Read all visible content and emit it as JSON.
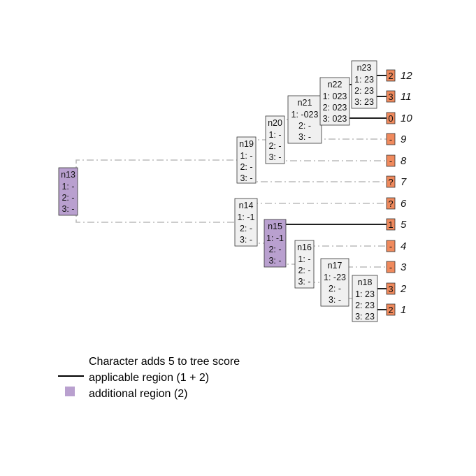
{
  "colors": {
    "applicable_edge": "#000000",
    "inactive_edge": "#bbbbbb",
    "node_fill": "#f0f0f0",
    "region_fill": "#b9a0cf",
    "tip_fill": "#f08a5d"
  },
  "nodes": [
    {
      "id": "n13",
      "name": "n13",
      "lines": [
        "1: -",
        "2: -",
        "3: -"
      ],
      "region": true
    },
    {
      "id": "n14",
      "name": "n14",
      "lines": [
        "1: -1",
        "2: -",
        "3: -"
      ],
      "region": false
    },
    {
      "id": "n15",
      "name": "n15",
      "lines": [
        "1: -1",
        "2: -",
        "3: -"
      ],
      "region": true
    },
    {
      "id": "n16",
      "name": "n16",
      "lines": [
        "1: -",
        "2: -",
        "3: -"
      ],
      "region": false
    },
    {
      "id": "n17",
      "name": "n17",
      "lines": [
        "1: -23",
        "2: -",
        "3: -"
      ],
      "region": false
    },
    {
      "id": "n18",
      "name": "n18",
      "lines": [
        "1: 23",
        "2: 23",
        "3: 23"
      ],
      "region": false
    },
    {
      "id": "n19",
      "name": "n19",
      "lines": [
        "1: -",
        "2: -",
        "3: -"
      ],
      "region": false
    },
    {
      "id": "n20",
      "name": "n20",
      "lines": [
        "1: -",
        "2: -",
        "3: -"
      ],
      "region": false
    },
    {
      "id": "n21",
      "name": "n21",
      "lines": [
        "1: -023",
        "2: -",
        "3: -"
      ],
      "region": false
    },
    {
      "id": "n22",
      "name": "n22",
      "lines": [
        "1: 023",
        "2: 023",
        "3: 023"
      ],
      "region": false
    },
    {
      "id": "n23",
      "name": "n23",
      "lines": [
        "1: 23",
        "2: 23",
        "3: 23"
      ],
      "region": false
    }
  ],
  "tips": [
    {
      "id": "t12",
      "state": "2",
      "label": "12"
    },
    {
      "id": "t11",
      "state": "3",
      "label": "11"
    },
    {
      "id": "t10",
      "state": "0",
      "label": "10"
    },
    {
      "id": "t9",
      "state": "-",
      "label": "9"
    },
    {
      "id": "t8",
      "state": "-",
      "label": "8"
    },
    {
      "id": "t7",
      "state": "?",
      "label": "7"
    },
    {
      "id": "t6",
      "state": "?",
      "label": "6"
    },
    {
      "id": "t5",
      "state": "1",
      "label": "5"
    },
    {
      "id": "t4",
      "state": "-",
      "label": "4"
    },
    {
      "id": "t3",
      "state": "-",
      "label": "3"
    },
    {
      "id": "t2",
      "state": "3",
      "label": "2"
    },
    {
      "id": "t1",
      "state": "2",
      "label": "1"
    }
  ],
  "edges": [
    {
      "from": "n13",
      "to": "n19",
      "applicable": false
    },
    {
      "from": "n13",
      "to": "n14",
      "applicable": false
    },
    {
      "from": "n19",
      "to": "n20",
      "applicable": false
    },
    {
      "from": "n19",
      "to": "t7",
      "applicable": false
    },
    {
      "from": "n20",
      "to": "n21",
      "applicable": false
    },
    {
      "from": "n20",
      "to": "t8",
      "applicable": false
    },
    {
      "from": "n21",
      "to": "n22",
      "applicable": false
    },
    {
      "from": "n21",
      "to": "t9",
      "applicable": false
    },
    {
      "from": "n22",
      "to": "n23",
      "applicable": true
    },
    {
      "from": "n22",
      "to": "t10",
      "applicable": true
    },
    {
      "from": "n23",
      "to": "t12",
      "applicable": true
    },
    {
      "from": "n23",
      "to": "t11",
      "applicable": true
    },
    {
      "from": "n14",
      "to": "t6",
      "applicable": false
    },
    {
      "from": "n14",
      "to": "n15",
      "applicable": false
    },
    {
      "from": "n15",
      "to": "t5",
      "applicable": true
    },
    {
      "from": "n15",
      "to": "n16",
      "applicable": false
    },
    {
      "from": "n16",
      "to": "t4",
      "applicable": false
    },
    {
      "from": "n16",
      "to": "n17",
      "applicable": false
    },
    {
      "from": "n17",
      "to": "t3",
      "applicable": false
    },
    {
      "from": "n17",
      "to": "n18",
      "applicable": false
    },
    {
      "from": "n18",
      "to": "t2",
      "applicable": true
    },
    {
      "from": "n18",
      "to": "t1",
      "applicable": true
    }
  ],
  "legend": {
    "title": "Character adds 5 to tree score",
    "applicable": "applicable region (1 + 2)",
    "additional": "additional region (2)"
  }
}
